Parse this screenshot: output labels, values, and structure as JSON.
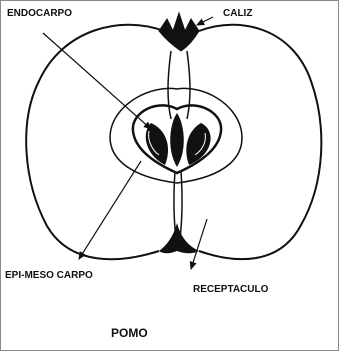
{
  "labels": {
    "endocarpo": "ENDOCARPO",
    "caliz": "CALIZ",
    "epi_meso_carpo": "EPI-MESO CARPO",
    "receptaculo": "RECEPTACULO",
    "pomo": "POMO"
  },
  "colors": {
    "ink": "#111111",
    "background": "#ffffff",
    "border": "#8a8a8a"
  }
}
